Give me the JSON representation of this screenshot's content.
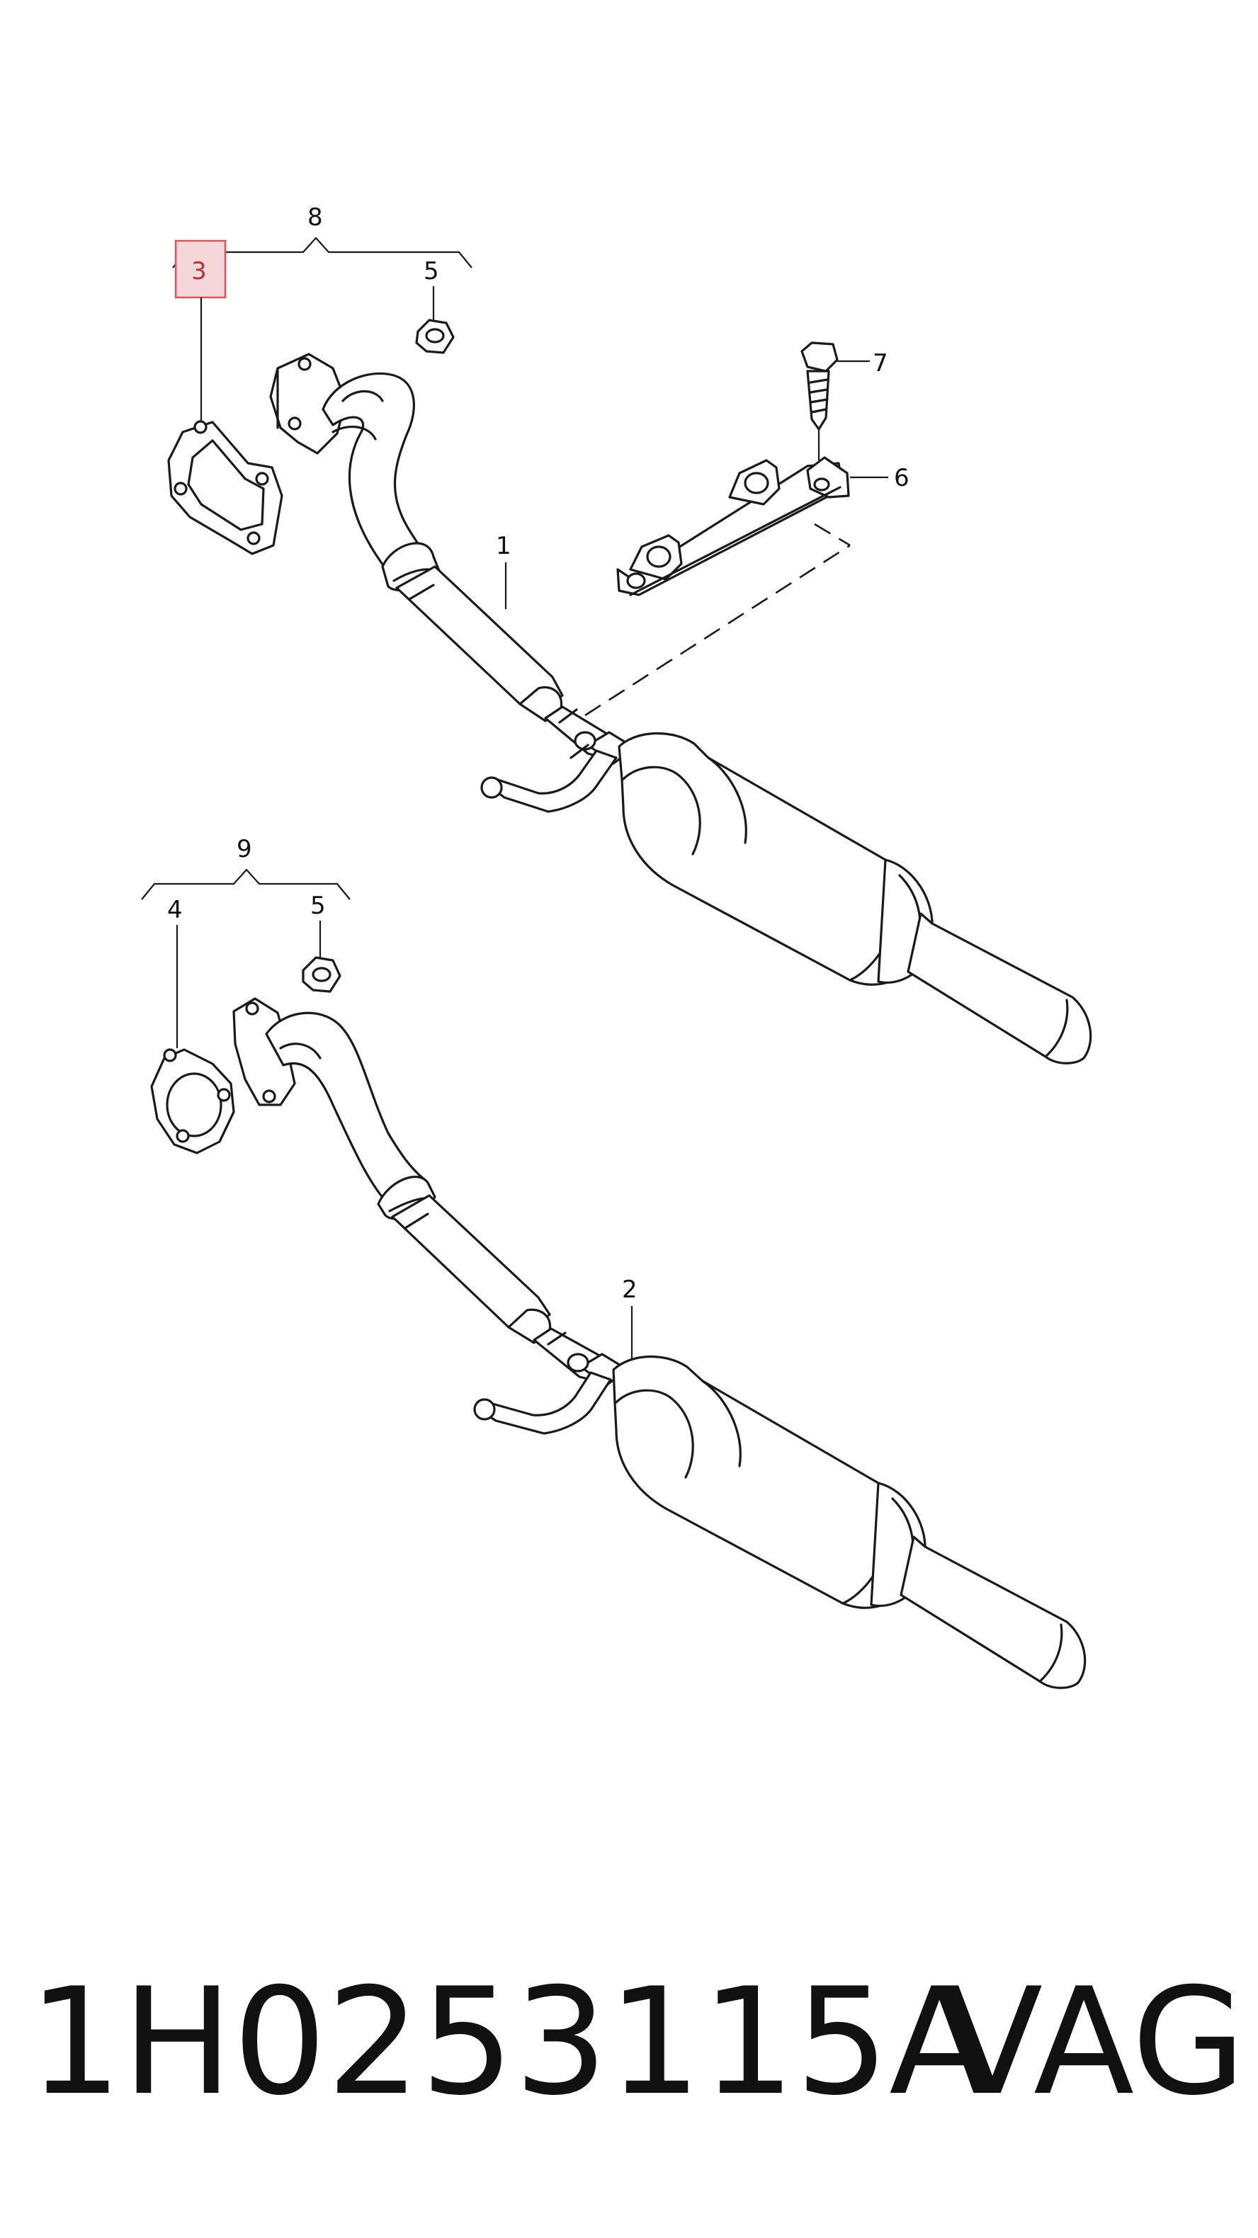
{
  "callouts": {
    "c1": "1",
    "c2": "2",
    "c3": "3",
    "c4": "4",
    "c5a": "5",
    "c5b": "5",
    "c6": "6",
    "c7": "7",
    "c8": "8",
    "c9": "9"
  },
  "footer": {
    "part_number": "1H0253115A",
    "brand": "VAG"
  },
  "colors": {
    "highlight_fill": "#f7d6d9",
    "highlight_stroke": "#d8545e",
    "line": "#1a1a1a"
  }
}
